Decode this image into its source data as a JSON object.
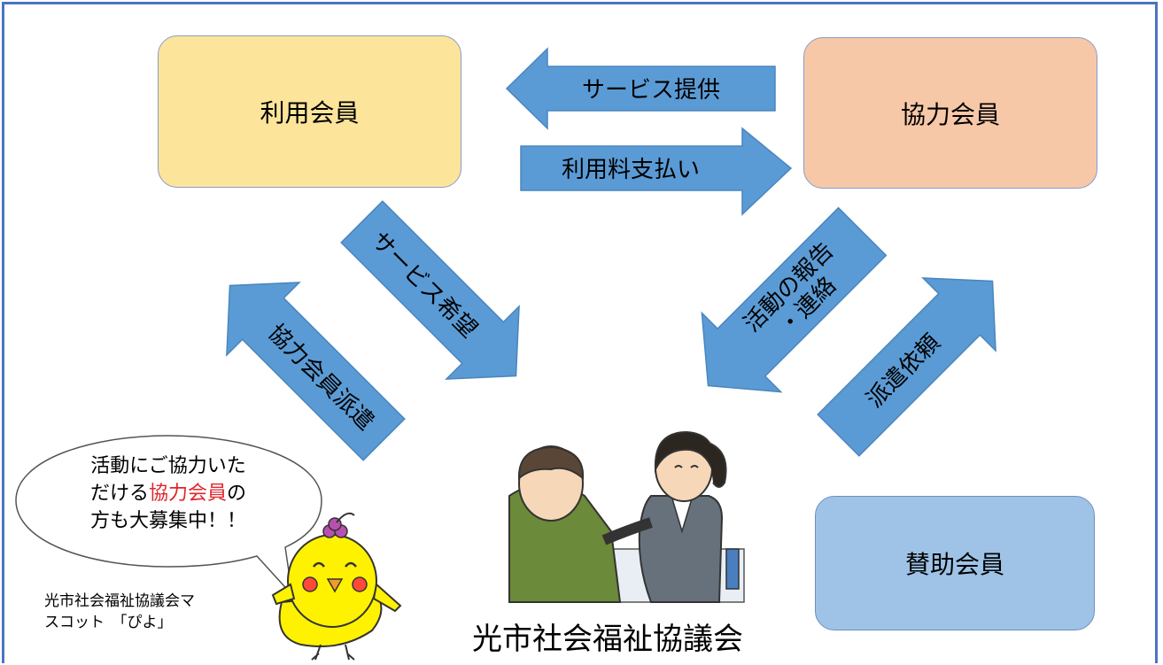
{
  "boxes": {
    "user_member": "利用会員",
    "cooperating_member": "協力会員",
    "supporting_member": "賛助会員"
  },
  "arrows": {
    "service_provision": "サービス提供",
    "fee_payment": "利用料支払い",
    "service_request": "サービス希望",
    "member_dispatch": "協力会員派遣",
    "activity_report_line1": "活動の報告",
    "activity_report_line2": "・連絡",
    "dispatch_request": "派遣依頼"
  },
  "speech_bubble": {
    "line1": "活動にご協力いた",
    "line2_before": "だける",
    "line2_highlight": "協力会員",
    "line2_after": "の",
    "line3": "方も大募集中！！"
  },
  "mascot_caption": {
    "line1": "光市社会福祉協議会マ",
    "line2": "スコット　「ぴよ」"
  },
  "organization": "光市社会福祉協議会",
  "colors": {
    "frame": "#4a74c4",
    "arrow_fill": "#5b9bd5",
    "user_box": "#fce59b",
    "cooperating_box": "#f6c8a8",
    "supporting_box": "#9fc3e7",
    "highlight_text": "#e0262b"
  }
}
